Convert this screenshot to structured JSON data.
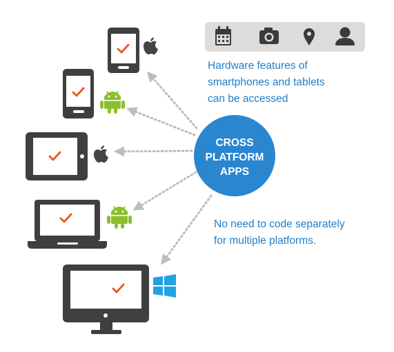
{
  "center": {
    "lines": [
      "CROSS",
      "PLATFORM",
      "APPS"
    ]
  },
  "feature_caption": [
    "Hardware features of",
    "smartphones and tablets",
    "can be accessed"
  ],
  "platform_caption": [
    "No need to code separately",
    "for multiple platforms."
  ],
  "feature_icons": [
    "calendar-icon",
    "camera-icon",
    "location-pin-icon",
    "user-icon"
  ],
  "devices": [
    {
      "device": "smartphone",
      "platform": "apple"
    },
    {
      "device": "smartphone",
      "platform": "android"
    },
    {
      "device": "tablet",
      "platform": "apple"
    },
    {
      "device": "laptop",
      "platform": "android"
    },
    {
      "device": "desktop",
      "platform": "windows"
    }
  ],
  "colors": {
    "blue": "#2b86d0",
    "caption": "#1f7ec9",
    "device": "#3f3f3f",
    "check": "#e8571e",
    "android": "#8cbf2d",
    "windows": "#1fa3e3",
    "arrow": "#bdbdbd",
    "toolbar": "#dcdcdc"
  }
}
